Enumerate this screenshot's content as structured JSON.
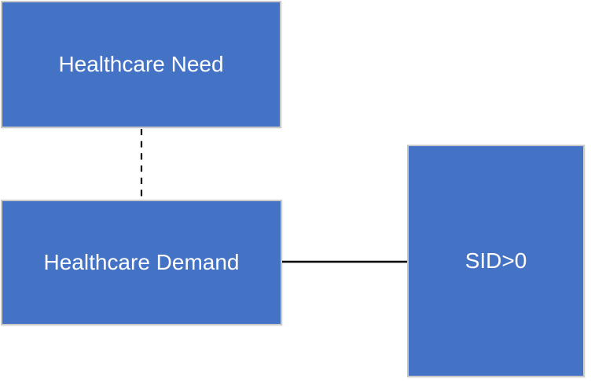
{
  "diagram": {
    "background_color": "#FFFFFF",
    "node_fill_color": "#4472C4",
    "node_border_color": "#C9C9C9",
    "node_text_color": "#FFFFFF",
    "nodes": [
      {
        "id": "healthcare-need",
        "label": "Healthcare Need"
      },
      {
        "id": "healthcare-demand",
        "label": "Healthcare Demand"
      },
      {
        "id": "sid-greater-than-0",
        "label": "SID>0"
      }
    ],
    "edges": [
      {
        "from": "healthcare-need",
        "to": "healthcare-demand",
        "style": "dashed",
        "color": "#000000"
      },
      {
        "from": "healthcare-demand",
        "to": "sid-greater-than-0",
        "style": "solid",
        "color": "#000000"
      }
    ]
  }
}
